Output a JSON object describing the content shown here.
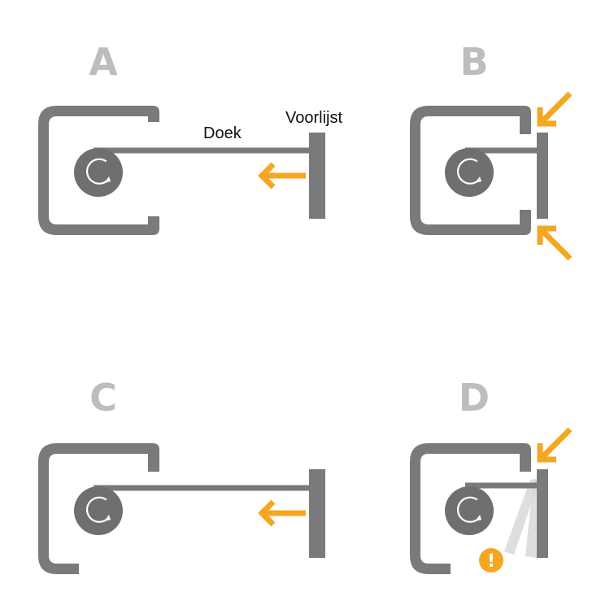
{
  "colors": {
    "frame": "#7a7a7c",
    "roller": "#6f6f71",
    "letter": "#bdbdbd",
    "accent": "#f5a623",
    "label": "#111111",
    "white": "#ffffff",
    "swing": "#d6d6d6"
  },
  "panels": [
    {
      "letter": "A",
      "labels": {
        "fabric": "Doek",
        "bar": "Voorlijst"
      },
      "icons": [
        "retract-arrow-icon",
        "rotate-icon"
      ]
    },
    {
      "letter": "B",
      "icons": [
        "press-arrow-icon",
        "press-arrow-icon",
        "rotate-icon"
      ]
    },
    {
      "letter": "C",
      "icons": [
        "retract-arrow-icon",
        "rotate-icon"
      ]
    },
    {
      "letter": "D",
      "alert": "!",
      "icons": [
        "press-arrow-icon",
        "warning-icon",
        "rotate-icon"
      ]
    }
  ]
}
